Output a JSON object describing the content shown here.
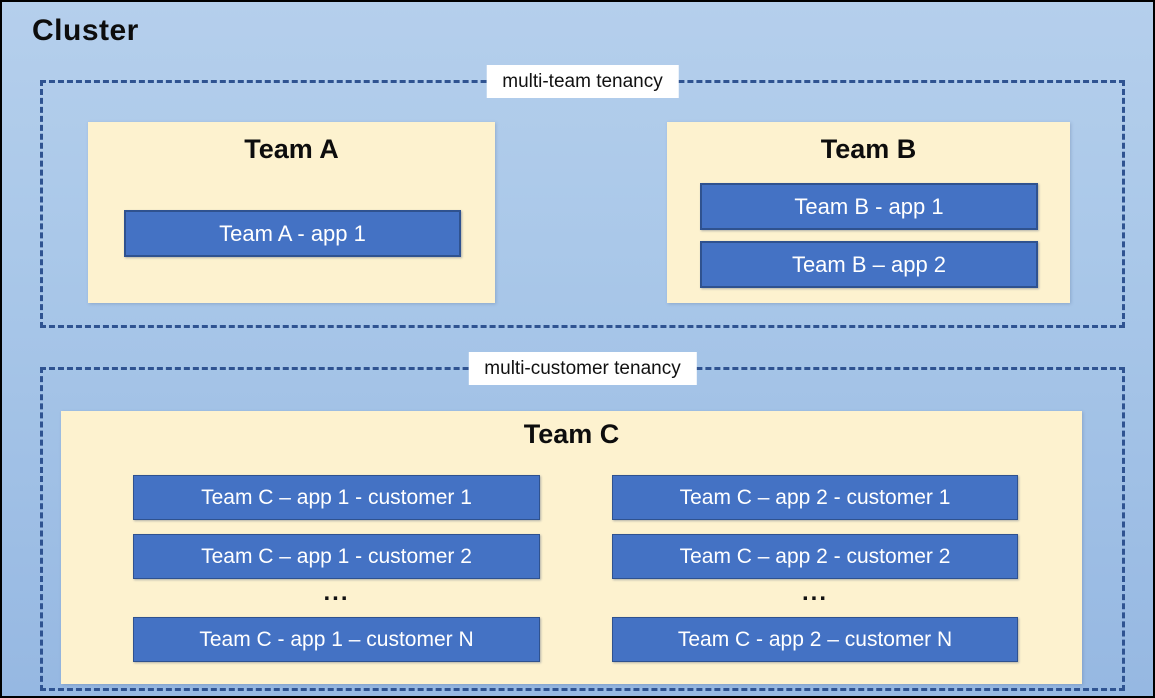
{
  "cluster_title": "Cluster",
  "groups": [
    {
      "label": "multi-team tenancy",
      "teams": [
        {
          "name": "Team A",
          "apps": [
            "Team A - app 1"
          ]
        },
        {
          "name": "Team B",
          "apps": [
            "Team B - app 1",
            "Team B – app 2"
          ]
        }
      ]
    },
    {
      "label": "multi-customer tenancy",
      "teams": [
        {
          "name": "Team C",
          "columns": [
            [
              "Team C – app 1 - customer 1",
              "Team C – app 1 - customer 2",
              "...",
              "Team C - app 1 – customer N"
            ],
            [
              "Team C – app 2 - customer 1",
              "Team C – app 2 - customer 2",
              "...",
              "Team C - app 2 – customer N"
            ]
          ]
        }
      ]
    }
  ],
  "colors": {
    "cluster_background_top": "#b5cfec",
    "cluster_background_bottom": "#96b8e2",
    "dashed_border": "#2f5391",
    "team_panel": "#fdf2cf",
    "app_fill": "#4472c4",
    "app_border": "#2f528f",
    "app_text": "#ffffff",
    "title_text": "#0d0d0d",
    "label_background": "#ffffff"
  }
}
